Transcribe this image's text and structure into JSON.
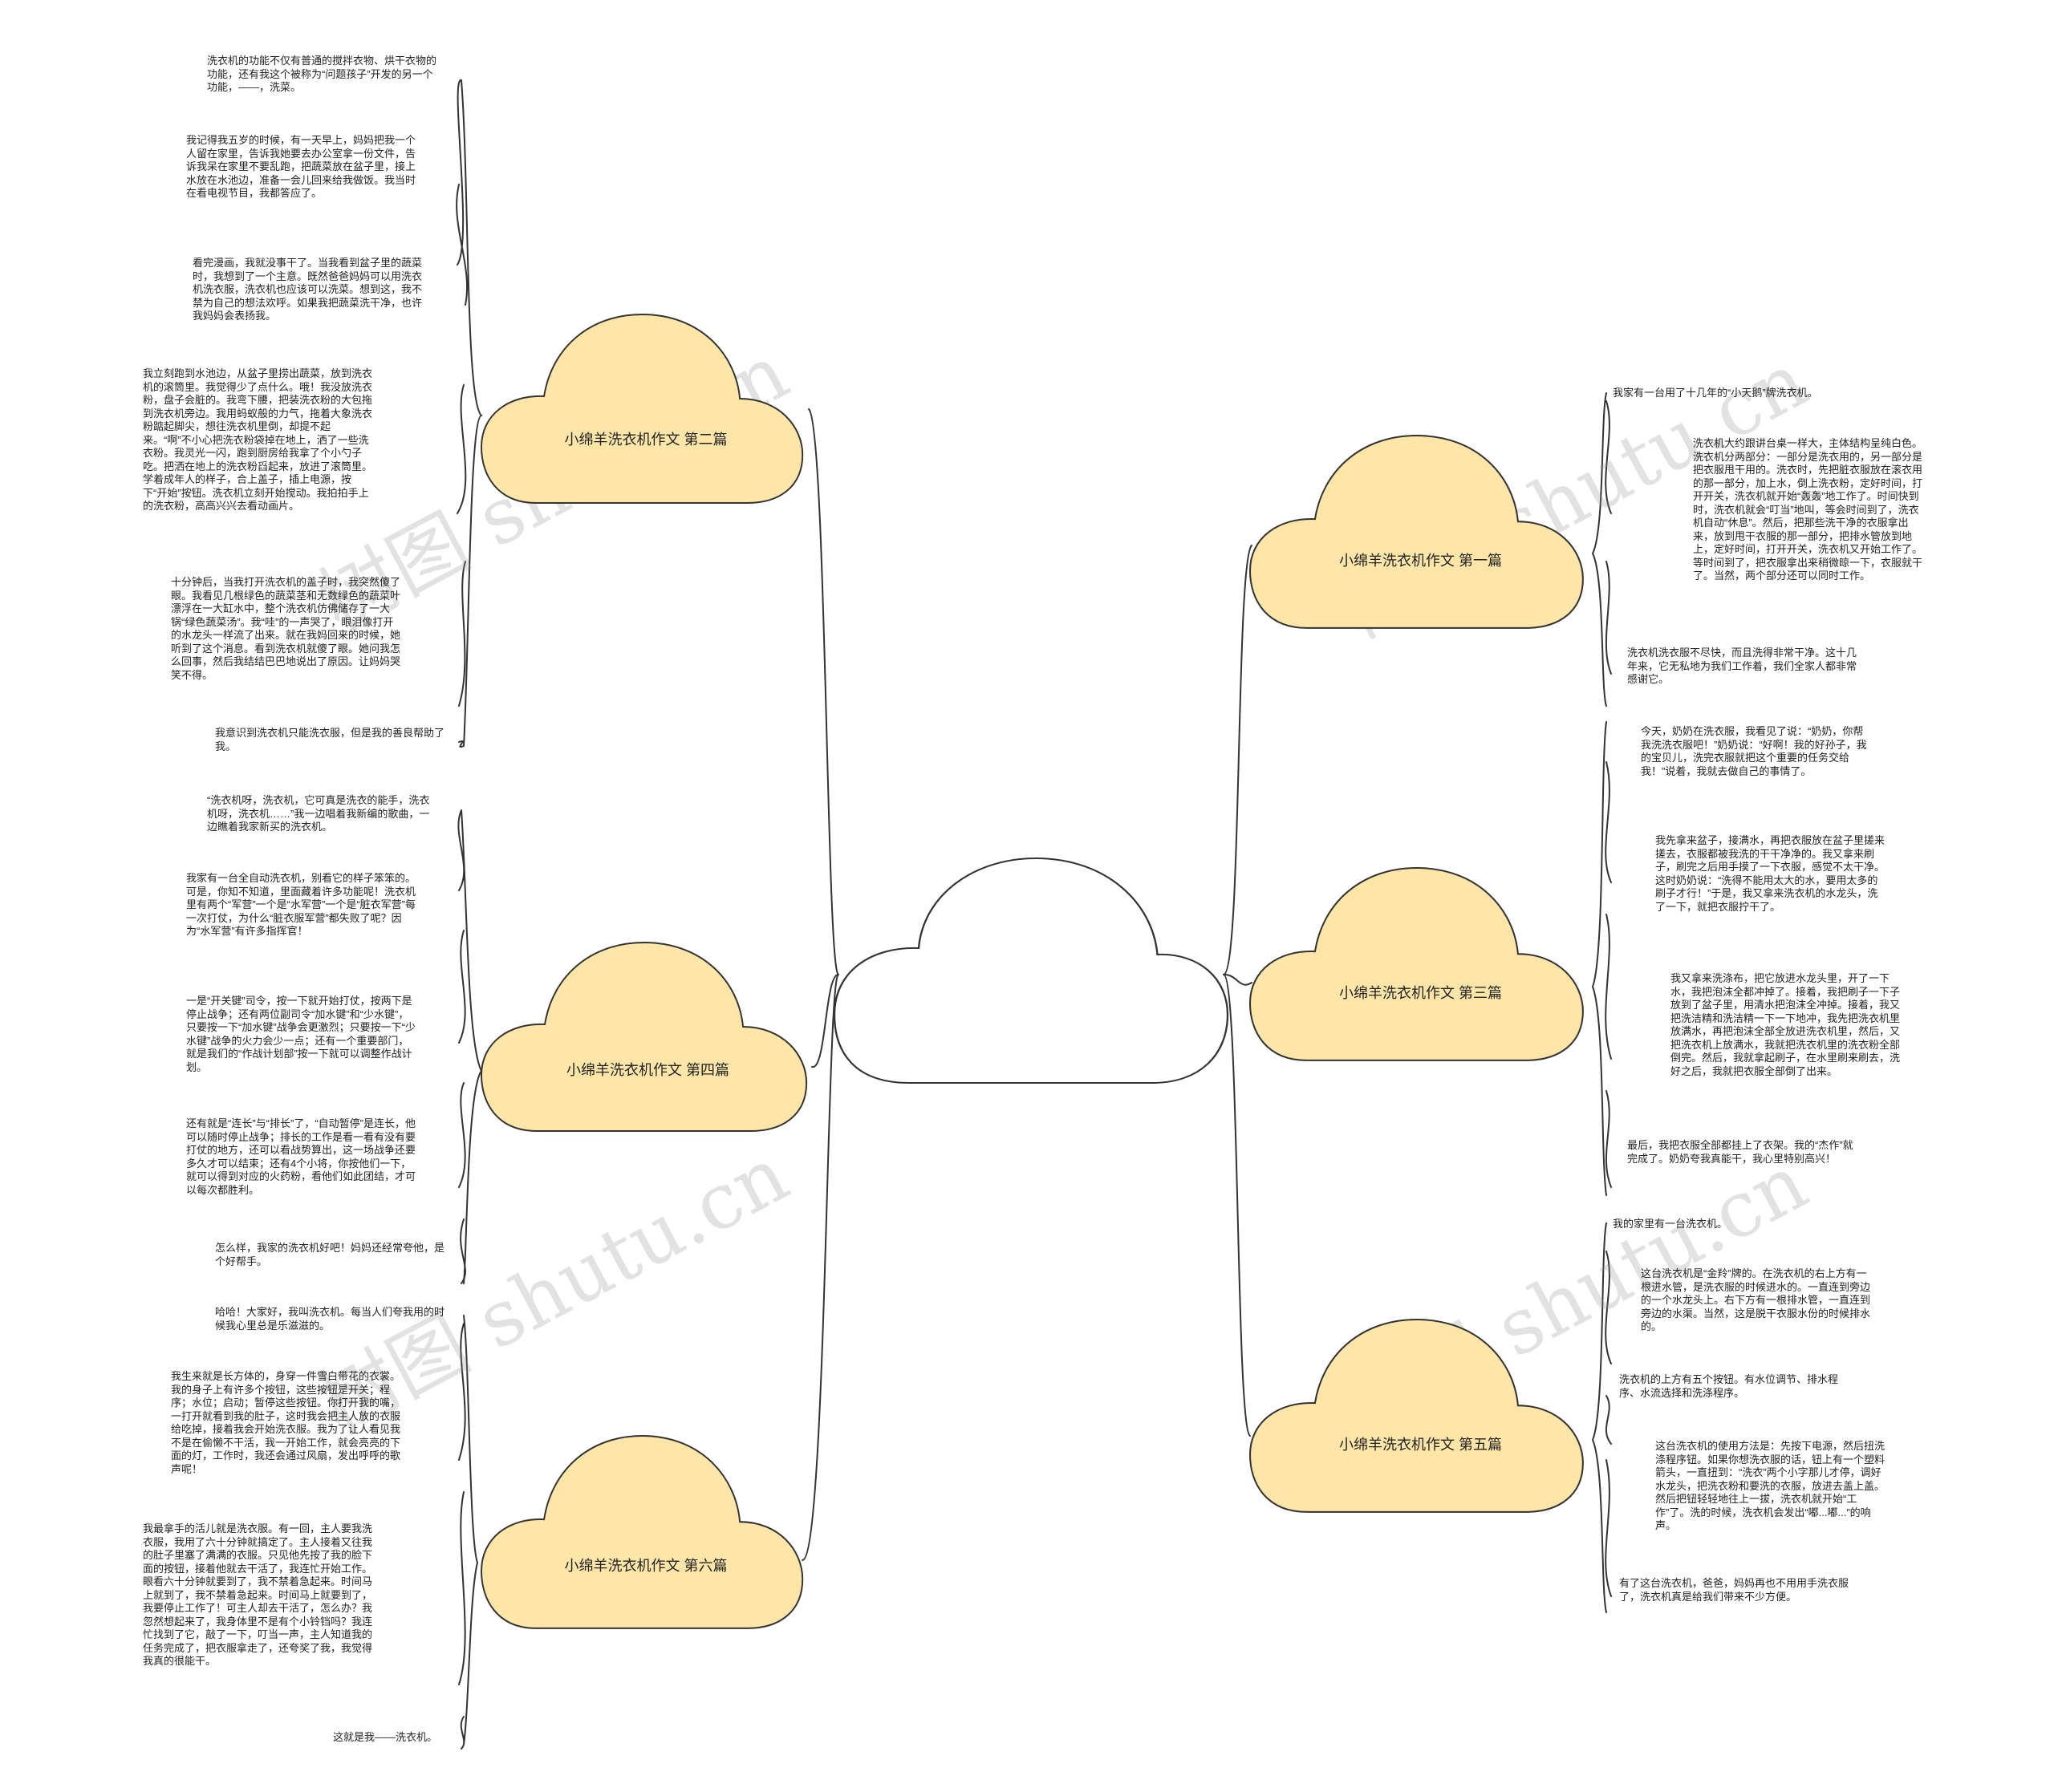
{
  "root": {
    "label": ""
  },
  "watermark": "树图 shutu.cn",
  "colors": {
    "branch_fill": "#fde6a8",
    "root_fill": "#ffffff",
    "stroke": "#333333"
  },
  "branches": [
    {
      "id": "b2",
      "label": "小绵羊洗衣机作文 第二篇",
      "leaves": [
        "洗衣机的功能不仅有普通的搅拌衣物、烘干衣物的功能，还有我这个被称为“问题孩子”开发的另一个功能，——，洗菜。",
        "我记得我五岁的时候，有一天早上，妈妈把我一个人留在家里，告诉我她要去办公室拿一份文件，告诉我呆在家里不要乱跑，把蔬菜放在盆子里，接上水放在水池边，准备一会儿回来给我做饭。我当时在看电视节目，我都答应了。",
        "看完漫画，我就没事干了。当我看到盆子里的蔬菜时，我想到了一个主意。既然爸爸妈妈可以用洗衣机洗衣服，洗衣机也应该可以洗菜。想到这，我不禁为自己的想法欢呼。如果我把蔬菜洗干净，也许我妈妈会表扬我。",
        "我立刻跑到水池边，从盆子里捞出蔬菜，放到洗衣机的滚筒里。我觉得少了点什么。哦！我没放洗衣粉，盘子会脏的。我弯下腰，把装洗衣粉的大包拖到洗衣机旁边。我用蚂蚁般的力气，拖着大象洗衣粉踮起脚尖，想往洗衣机里倒，却提不起来。“啊”不小心把洗衣粉袋掉在地上，洒了一些洗衣粉。我灵光一闪，跑到厨房给我拿了个小勺子吃。把洒在地上的洗衣粉舀起来，放进了滚筒里。学着成年人的样子，合上盖子，插上电源，按下“开始”按钮。洗衣机立刻开始搅动。我拍拍手上的洗衣粉，高高兴兴去看动画片。",
        "十分钟后，当我打开洗衣机的盖子时，我突然傻了眼。我看见几根绿色的蔬菜茎和无数绿色的蔬菜叶漂浮在一大缸水中，整个洗衣机仿佛储存了一大锅“绿色蔬菜汤”。我“哇”的一声哭了，眼泪像打开的水龙头一样流了出来。就在我妈回来的时候，她听到了这个消息。看到洗衣机就傻了眼。她问我怎么回事，然后我结结巴巴地说出了原因。让妈妈哭笑不得。",
        "我意识到洗衣机只能洗衣服，但是我的善良帮助了我。"
      ]
    },
    {
      "id": "b4",
      "label": "小绵羊洗衣机作文 第四篇",
      "leaves": [
        "“洗衣机呀，洗衣机，它可真是洗衣的能手，洗衣机呀，洗衣机……”我一边唱着我新编的歌曲，一边瞧着我家新买的洗衣机。",
        "我家有一台全自动洗衣机，别看它的样子笨笨的。可是，你知不知道，里面藏着许多功能呢！洗衣机里有两个“军营”一个是“水军营”一个是“脏衣军营”每一次打仗，为什么“脏衣服军营”都失败了呢？因为“水军营”有许多指挥官！",
        "一是“开关键”司令，按一下就开始打仗，按两下是停止战争；还有两位副司令“加水键”和“少水键”，只要按一下“加水键”战争会更激烈；只要按一下“少水键”战争的火力会少一点；还有一个重要部门，就是我们的“作战计划部”按一下就可以调整作战计划。",
        "还有就是“连长”与“排长”了，“自动暂停”是连长，他可以随时停止战争；排长的工作是看一看有没有要打仗的地方，还可以看战势算出，这一场战争还要多久才可以结束；还有4个小将，你按他们一下，就可以得到对应的火药粉，看他们如此团结，才可以每次都胜利。",
        "怎么样，我家的洗衣机好吧！妈妈还经常夸他，是个好帮手。"
      ]
    },
    {
      "id": "b6",
      "label": "小绵羊洗衣机作文 第六篇",
      "leaves": [
        "哈哈！大家好，我叫洗衣机。每当人们夸我用的时候我心里总是乐滋滋的。",
        "我生来就是长方体的，身穿一件雪白带花的衣裳。我的身子上有许多个按钮，这些按钮是开关；程序；水位；启动；暂停这些按钮。你打开我的嘴，一打开就看到我的肚子，这时我会把主人放的衣服给吃掉，接着我会开始洗衣服。我为了让人看见我不是在偷懒不干活，我一开始工作，就会亮亮的下面的灯，工作时，我还会通过风扇，发出呼呼的歌声呢！",
        "我最拿手的活儿就是洗衣服。有一回，主人要我洗衣服，我用了六十分钟就搞定了。主人接着又往我的肚子里塞了满满的衣服。只见他先按了我的脸下面的按钮，接着他就去干活了，我连忙开始工作。眼看六十分钟就要到了，我不禁着急起来。时间马上就到了，我不禁着急起来。时间马上就要到了，我要停止工作了！可主人却去干活了，怎么办？我忽然想起来了，我身体里不是有个小铃铛吗？我连忙找到了它，敲了一下，叮当一声，主人知道我的任务完成了，把衣服拿走了，还夸奖了我，我觉得我真的很能干。",
        "这就是我——洗衣机。"
      ]
    },
    {
      "id": "b1",
      "label": "小绵羊洗衣机作文 第一篇",
      "leaves": [
        "我家有一台用了十几年的“小天鹅”牌洗衣机。",
        "洗衣机大约跟讲台桌一样大，主体结构呈纯白色。洗衣机分两部分：一部分是洗衣用的，另一部分是把衣服甩干用的。洗衣时，先把脏衣服放在滚衣用的那一部分，加上水，倒上洗衣粉，定好时间，打开开关，洗衣机就开始“轰轰”地工作了。时间快到时，洗衣机就会“叮当”地叫，等会时间到了，洗衣机自动“休息”。然后，把那些洗干净的衣服拿出来，放到甩干衣服的那一部分，把排水管放到地上，定好时间，打开开关，洗衣机又开始工作了。等时间到了，把衣服拿出来稍微晾一下，衣服就干了。当然，两个部分还可以同时工作。",
        "洗衣机洗衣服不尽快，而且洗得非常干净。这十几年来，它无私地为我们工作着，我们全家人都非常感谢它。"
      ]
    },
    {
      "id": "b3",
      "label": "小绵羊洗衣机作文 第三篇",
      "leaves": [
        "今天，奶奶在洗衣服，我看见了说：“奶奶，你帮我洗洗衣服吧！”奶奶说：“好啊！我的好孙子，我的宝贝儿，洗完衣服就把这个重要的任务交给我！”说着，我就去做自己的事情了。",
        "我先拿来盆子，接满水，再把衣服放在盆子里搓来搓去，衣服都被我洗的干干净净的。我又拿来刷子，刷完之后用手摸了一下衣服，感觉不太干净。这时奶奶说：“洗得不能用太大的水，要用太多的刷子才行！”于是，我又拿来洗衣机的水龙头，洗了一下，就把衣服拧干了。",
        "我又拿来洗涤布，把它放进水龙头里，开了一下水，我把泡沫全都冲掉了。接着，我把刷子一下子放到了盆子里，用清水把泡沫全冲掉。接着，我又把洗洁精和洗洁精一下一下地冲，我先把洗衣机里放满水，再把泡沫全部全放进洗衣机里，然后，又把洗衣机上放满水，我就把洗衣机里的洗衣粉全部倒完。然后，我就拿起刷子，在水里刷来刷去，洗好之后，我就把衣服全部倒了出来。",
        "最后，我把衣服全部都挂上了衣架。我的“杰作”就完成了。奶奶夸我真能干，我心里特别高兴！"
      ]
    },
    {
      "id": "b5",
      "label": "小绵羊洗衣机作文 第五篇",
      "leaves": [
        "我的家里有一台洗衣机。",
        "这台洗衣机是“金羚”牌的。在洗衣机的右上方有一根进水管，是洗衣服的时候进水的。一直连到旁边的一个水龙头上。右下方有一根排水管，一直连到旁边的水渠。当然，这是脱干衣服水份的时候排水的。",
        "洗衣机的上方有五个按钮。有水位调节、排水程序、水流选择和洗涤程序。",
        "这台洗衣机的使用方法是：先按下电源，然后扭洗涤程序钮。如果你想洗衣服的话，钮上有一个塑料箭头，一直扭到：“洗衣”两个小字那儿才停，调好水龙头，把洗衣粉和要洗的衣服，放进去盖上盖。然后把钮轻轻地往上一拔，洗衣机就开始“工作”了。洗的时候，洗衣机会发出“嘟...嘟...”的响声。",
        "有了这台洗衣机，爸爸，妈妈再也不用用手洗衣服了，洗衣机真是给我们带来不少方便。"
      ]
    }
  ]
}
